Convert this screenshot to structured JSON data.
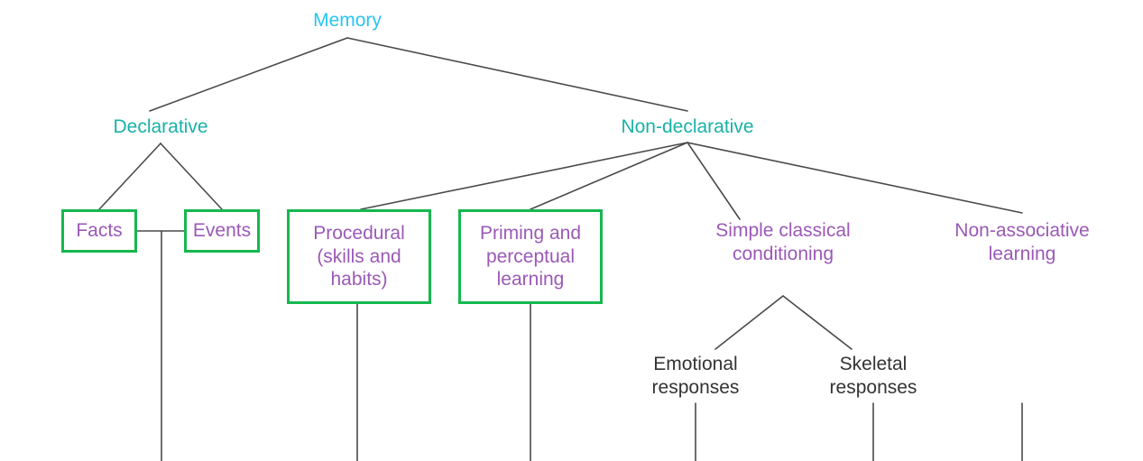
{
  "diagram": {
    "title": "Memory taxonomy tree",
    "colors": {
      "root_text": "#29c5f0",
      "level1_text": "#18b2a7",
      "level2_text": "#9b59b6",
      "leaf_text": "#333333",
      "box_border": "#15b84e",
      "edge": "#4a4a4a",
      "background": "#ffffff"
    },
    "nodes": {
      "root": {
        "label": "Memory"
      },
      "declarative": {
        "label": "Declarative"
      },
      "non_declarative": {
        "label": "Non-declarative"
      },
      "facts": {
        "label": "Facts"
      },
      "events": {
        "label": "Events"
      },
      "procedural": {
        "label": "Procedural\n(skills and\nhabits)"
      },
      "priming": {
        "label": "Priming and\nperceptual\nlearning"
      },
      "simple_classical_conditioning": {
        "label": "Simple classical\nconditioning"
      },
      "non_associative_learning": {
        "label": "Non-associative\nlearning"
      },
      "emotional_responses": {
        "label": "Emotional\nresponses"
      },
      "skeletal_responses": {
        "label": "Skeletal\nresponses"
      }
    }
  }
}
